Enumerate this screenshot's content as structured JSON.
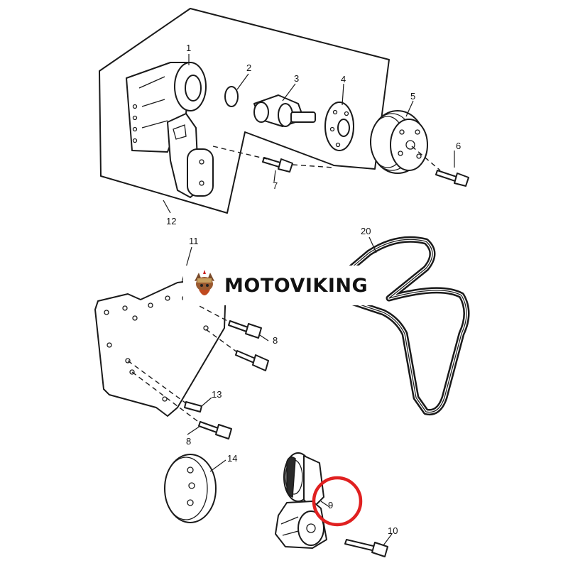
{
  "watermark": {
    "brand": "MOTOVIKING"
  },
  "callouts": [
    {
      "id": "1",
      "label": "1"
    },
    {
      "id": "2",
      "label": "2"
    },
    {
      "id": "3",
      "label": "3"
    },
    {
      "id": "4",
      "label": "4"
    },
    {
      "id": "5",
      "label": "5"
    },
    {
      "id": "6",
      "label": "6"
    },
    {
      "id": "7",
      "label": "7"
    },
    {
      "id": "8a",
      "label": "8"
    },
    {
      "id": "8b",
      "label": "8"
    },
    {
      "id": "9",
      "label": "9"
    },
    {
      "id": "10",
      "label": "10"
    },
    {
      "id": "11",
      "label": "11"
    },
    {
      "id": "12",
      "label": "12"
    },
    {
      "id": "13",
      "label": "13"
    },
    {
      "id": "14",
      "label": "14"
    },
    {
      "id": "20",
      "label": "20"
    }
  ],
  "highlight": {
    "callout": "9",
    "color": "#e02020"
  }
}
